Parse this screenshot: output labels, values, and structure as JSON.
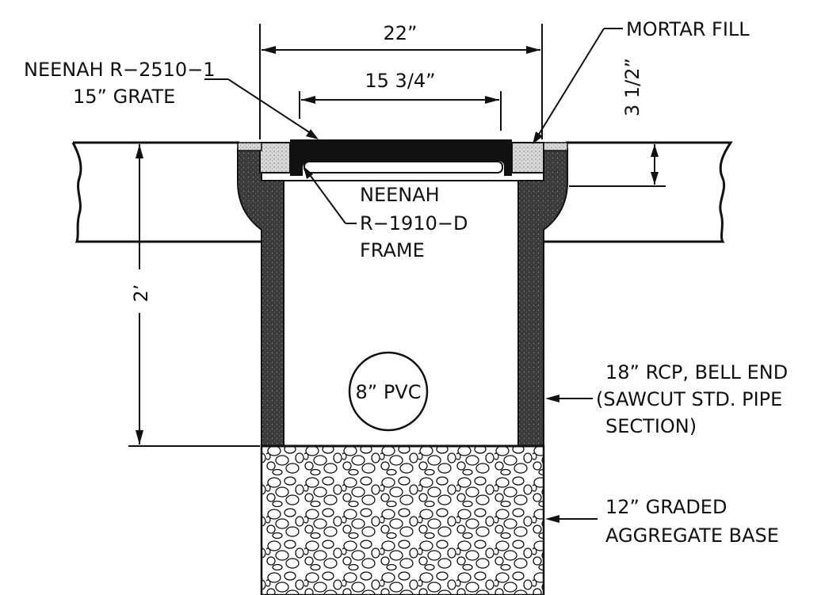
{
  "labels": {
    "grate_line1": "NEENAH R−2510−1",
    "grate_line2": "15” GRATE",
    "overall_width": "22”",
    "inner_width": "15 3/4”",
    "mortar": "MORTAR FILL",
    "depth_top": "3 1/2”",
    "frame_line1": "NEENAH",
    "frame_line2": "R−1910−D",
    "frame_line3": "FRAME",
    "height": "2’",
    "pipe": "8” PVC",
    "rcp_line1": "18” RCP, BELL END",
    "rcp_line2": "(SAWCUT STD. PIPE",
    "rcp_line3": "SECTION)",
    "base_line1": "12” GRADED",
    "base_line2": "AGGREGATE BASE"
  },
  "colors": {
    "ink": "#111111",
    "concrete": "#3a3a3a",
    "mortar": "#d8d8d8",
    "paper": "#ffffff"
  }
}
